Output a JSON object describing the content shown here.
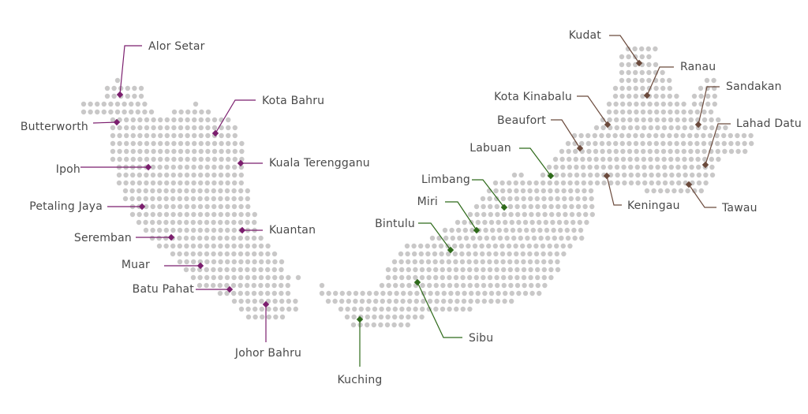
{
  "colors": {
    "background": "#ffffff",
    "dot": "#c9c8c8",
    "peninsular": "#7b1e6e",
    "sarawak": "#2e6a1a",
    "sabah": "#6b4a3c",
    "label_text": "#4a4a4a"
  },
  "cities": [
    {
      "name": "Alor Setar",
      "region": "peninsular"
    },
    {
      "name": "Butterworth",
      "region": "peninsular"
    },
    {
      "name": "Kota Bahru",
      "region": "peninsular"
    },
    {
      "name": "Ipoh",
      "region": "peninsular"
    },
    {
      "name": "Kuala Terengganu",
      "region": "peninsular"
    },
    {
      "name": "Petaling Jaya",
      "region": "peninsular"
    },
    {
      "name": "Seremban",
      "region": "peninsular"
    },
    {
      "name": "Kuantan",
      "region": "peninsular"
    },
    {
      "name": "Muar",
      "region": "peninsular"
    },
    {
      "name": "Batu Pahat",
      "region": "peninsular"
    },
    {
      "name": "Johor Bahru",
      "region": "peninsular"
    },
    {
      "name": "Kuching",
      "region": "sarawak"
    },
    {
      "name": "Sibu",
      "region": "sarawak"
    },
    {
      "name": "Bintulu",
      "region": "sarawak"
    },
    {
      "name": "Miri",
      "region": "sarawak"
    },
    {
      "name": "Limbang",
      "region": "sarawak"
    },
    {
      "name": "Labuan",
      "region": "sarawak"
    },
    {
      "name": "Beaufort",
      "region": "sabah"
    },
    {
      "name": "Kota Kinabalu",
      "region": "sabah"
    },
    {
      "name": "Kudat",
      "region": "sabah"
    },
    {
      "name": "Ranau",
      "region": "sabah"
    },
    {
      "name": "Sandakan",
      "region": "sabah"
    },
    {
      "name": "Lahad Datu",
      "region": "sabah"
    },
    {
      "name": "Tawau",
      "region": "sabah"
    },
    {
      "name": "Keningau",
      "region": "sabah"
    }
  ]
}
